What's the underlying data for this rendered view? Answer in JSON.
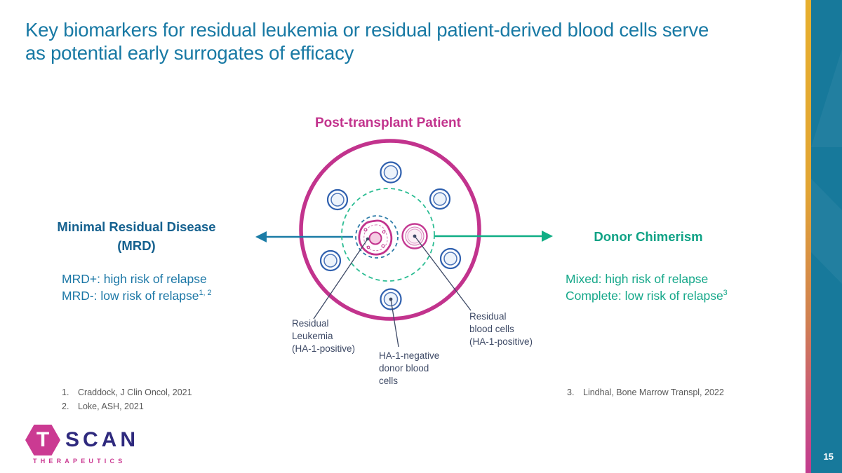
{
  "title": "Key biomarkers for residual leukemia or residual patient-derived blood cells serve\nas potential early surrogates of efficacy",
  "diagram": {
    "heading": "Post-transplant Patient",
    "labels": {
      "residual_leukemia": "Residual\nLeukemia\n(HA-1-positive)",
      "donor_blood_cells": "HA-1-negative\ndonor blood\ncells",
      "residual_blood_cells": "Residual\nblood cells\n(HA-1-positive)"
    }
  },
  "left_panel": {
    "heading": "Minimal Residual Disease\n(MRD)",
    "line1": "MRD+: high risk of relapse",
    "line2": "MRD-: low risk of relapse",
    "line2_sup": "1, 2"
  },
  "right_panel": {
    "heading": "Donor Chimerism",
    "line1": "Mixed: high risk of relapse",
    "line2": "Complete: low risk of relapse",
    "line2_sup": "3"
  },
  "footnotes": {
    "left": [
      {
        "num": "1.",
        "text": "Craddock, J Clin Oncol, 2021"
      },
      {
        "num": "2.",
        "text": "Loke, ASH, 2021"
      }
    ],
    "right": [
      {
        "num": "3.",
        "text": "Lindhal, Bone Marrow Transpl, 2022"
      }
    ]
  },
  "logo": {
    "t": "T",
    "name": "SCAN",
    "sub": "THERAPEUTICS"
  },
  "page_number": "15",
  "colors": {
    "title-teal": "#1879A4",
    "magenta": "#C2338D",
    "mrd-heading": "#15618F",
    "mrd-body": "#1B77A6",
    "donor-heading": "#0FA285",
    "donor-body": "#16A88A",
    "dashed-green": "#2CBD93",
    "dashed-blue": "#2E7CA8",
    "cell-blue": "#2E5FAE",
    "cell-blue-light": "#EAF1FB",
    "connector": "#3E4A66",
    "label-slate": "#3E4A66",
    "footnote-gray": "#595959",
    "arrow-teal": "#1B7CA6",
    "arrow-green": "#10AE85",
    "bar-teal": "#17799B",
    "logo-indigo": "#2F2A7E",
    "logo-magenta": "#CB3A92",
    "nucleus-pink": "#F5CCE3"
  }
}
